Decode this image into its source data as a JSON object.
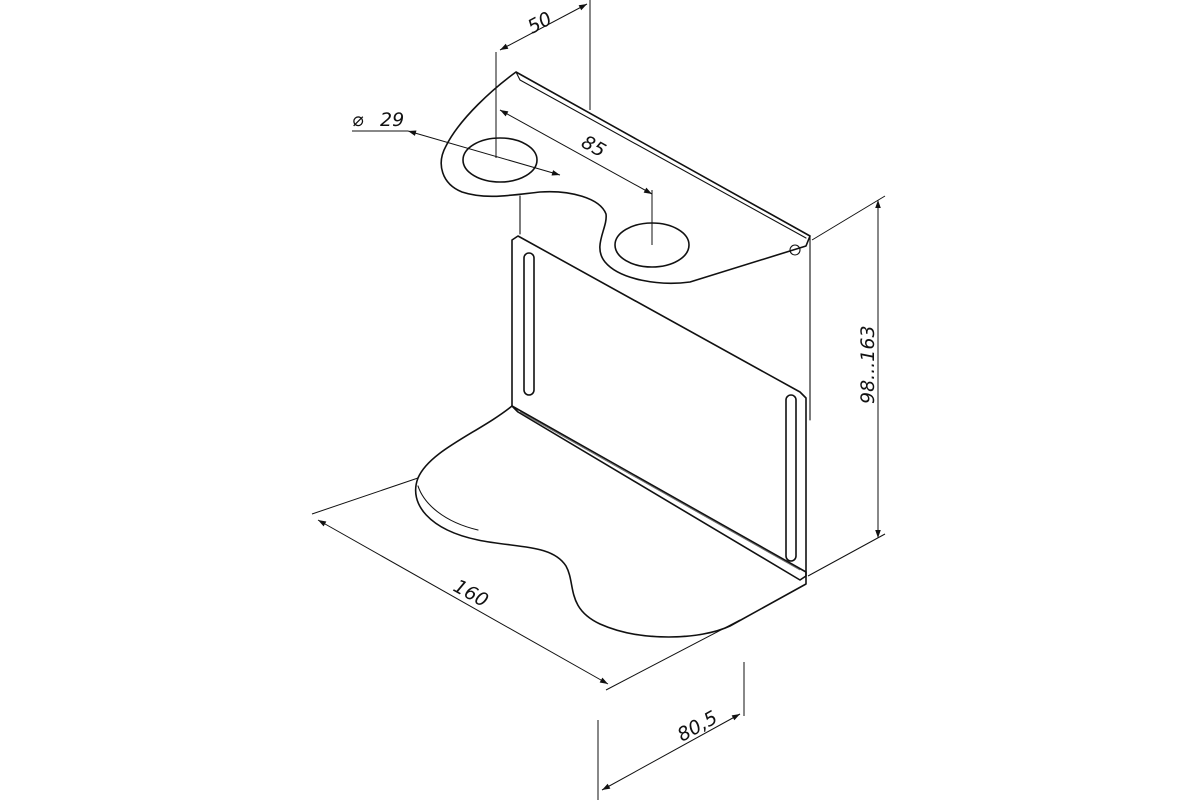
{
  "dimensions": {
    "hole_diameter": "29",
    "diameter_symbol": "⌀",
    "offset_top": "50",
    "hole_spacing": "85",
    "height_range": "98...163",
    "length": "160",
    "depth": "80,5"
  }
}
